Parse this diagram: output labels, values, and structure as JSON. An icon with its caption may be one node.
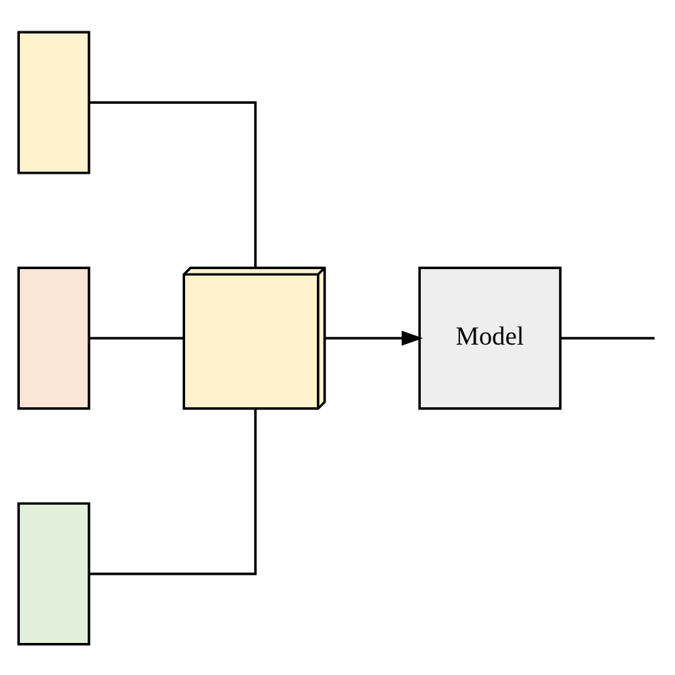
{
  "diagram": {
    "nodes": [
      {
        "text": [],
        "shape": "box"
      },
      {
        "text": [],
        "shape": "box"
      },
      {
        "text": [],
        "shape": "box"
      },
      {
        "text": [],
        "shape": "stack"
      },
      {
        "text": [
          "Model"
        ]
      }
    ],
    "edges": [
      {
        "from": 0,
        "to": 3,
        "arrow": "none"
      },
      {
        "from": 1,
        "to": 3,
        "arrow": "none"
      },
      {
        "from": 2,
        "to": 3,
        "arrow": "none"
      },
      {
        "from": 3,
        "to": 4,
        "arrow": "to"
      },
      {
        "from": 4,
        "to": null,
        "arrow": "none"
      }
    ]
  }
}
